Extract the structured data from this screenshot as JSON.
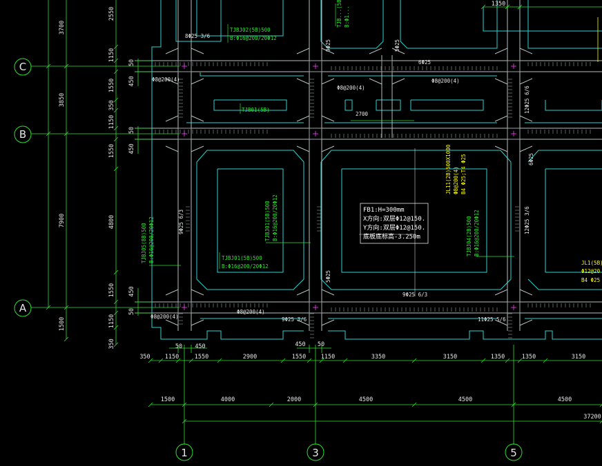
{
  "axes": {
    "rows": [
      {
        "id": "row-C",
        "label": "C"
      },
      {
        "id": "row-B",
        "label": "B"
      },
      {
        "id": "row-A",
        "label": "A"
      }
    ],
    "cols": [
      {
        "id": "col-1",
        "label": "1"
      },
      {
        "id": "col-3",
        "label": "3"
      },
      {
        "id": "col-5",
        "label": "5"
      }
    ]
  },
  "dims_left_outer": [
    "3700",
    "3850",
    "7900",
    "1500"
  ],
  "dims_left_inner": [
    "2550",
    "1150",
    "1550",
    "350",
    "1150",
    "1550",
    "4800",
    "1550",
    "1150",
    "350"
  ],
  "dims_left_small": [
    "50",
    "450",
    "50",
    "450",
    "450",
    "50"
  ],
  "dims_bottom_1": [
    "350",
    "1150",
    "1550",
    "2900",
    "1550",
    "1150",
    "3350",
    "3150",
    "1350",
    "1350",
    "3150"
  ],
  "dims_bottom_small": [
    "50",
    "450",
    "450",
    "50"
  ],
  "dims_bottom_2": [
    "1500",
    "4000",
    "2000",
    "4500",
    "4500",
    "4500"
  ],
  "dims_bottom_total": "37200",
  "dims_top_right": "1350",
  "beams_green": {
    "tjb02": [
      "TJBJ02(5B)500",
      "B:Φ16@200/20Φ12"
    ],
    "tjb01_top": "TJB01(5B)",
    "tjb05": [
      "TJBJ05(8B)500",
      "B:Φ16@200/20Φ12"
    ],
    "tjb01_mid": [
      "TJBJ01(5B)500",
      "B:Φ16@200/20Φ12"
    ],
    "tjb01_low": [
      "TJBJ01(5B)500",
      "B:Φ16@200/20Φ12"
    ],
    "tjb04": [
      "TJBJ04(2B)500",
      "B:Φ16@200/20Φ12"
    ],
    "tjb_top_cut": [
      "TJB...(5B)...",
      "B:Φ1..."
    ]
  },
  "beams_yellow": {
    "jl11": [
      "JL11(2B)500X1000",
      "Φ8@200(4)",
      "B4 Φ25;T4 Φ25"
    ],
    "jl1": [
      "JL1(5B)",
      "Φ12@20",
      "B4 Φ25"
    ]
  },
  "rebar_notes": {
    "n1": "Φ8@200(4)",
    "n2": "9Φ25 3/6",
    "n3": "11Φ25 5/6",
    "n4": "9Φ25 6/3",
    "n5": "6Φ25",
    "n6": "Φ8@200(4)",
    "n7": "5Φ25",
    "n8": "Φ8@200(4)",
    "n9": "9Φ25 6/3",
    "n10": "12Φ25 6/6",
    "n11": "12Φ25 3/6",
    "n12": "9Φ25",
    "n13": "5Φ25",
    "n14": "8Φ25 3/6",
    "n15": "6Φ25",
    "n16": "Φ8@200(4)",
    "n17": "Φ8@200(4)",
    "n18": "2700"
  },
  "note_box": {
    "lines": [
      "FB1:H=300mm",
      "X方向:双层Φ12@150.",
      "Y方向:双层Φ12@150.",
      "底板底标高-3.250m"
    ]
  },
  "colors": {
    "background": "#000000",
    "green": "#2fe02f",
    "cyan": "#2bd3d3",
    "grey": "#b7c0c0",
    "yellow": "#ffff00",
    "white": "#e6e6e6",
    "magenta": "#ff40ff"
  }
}
